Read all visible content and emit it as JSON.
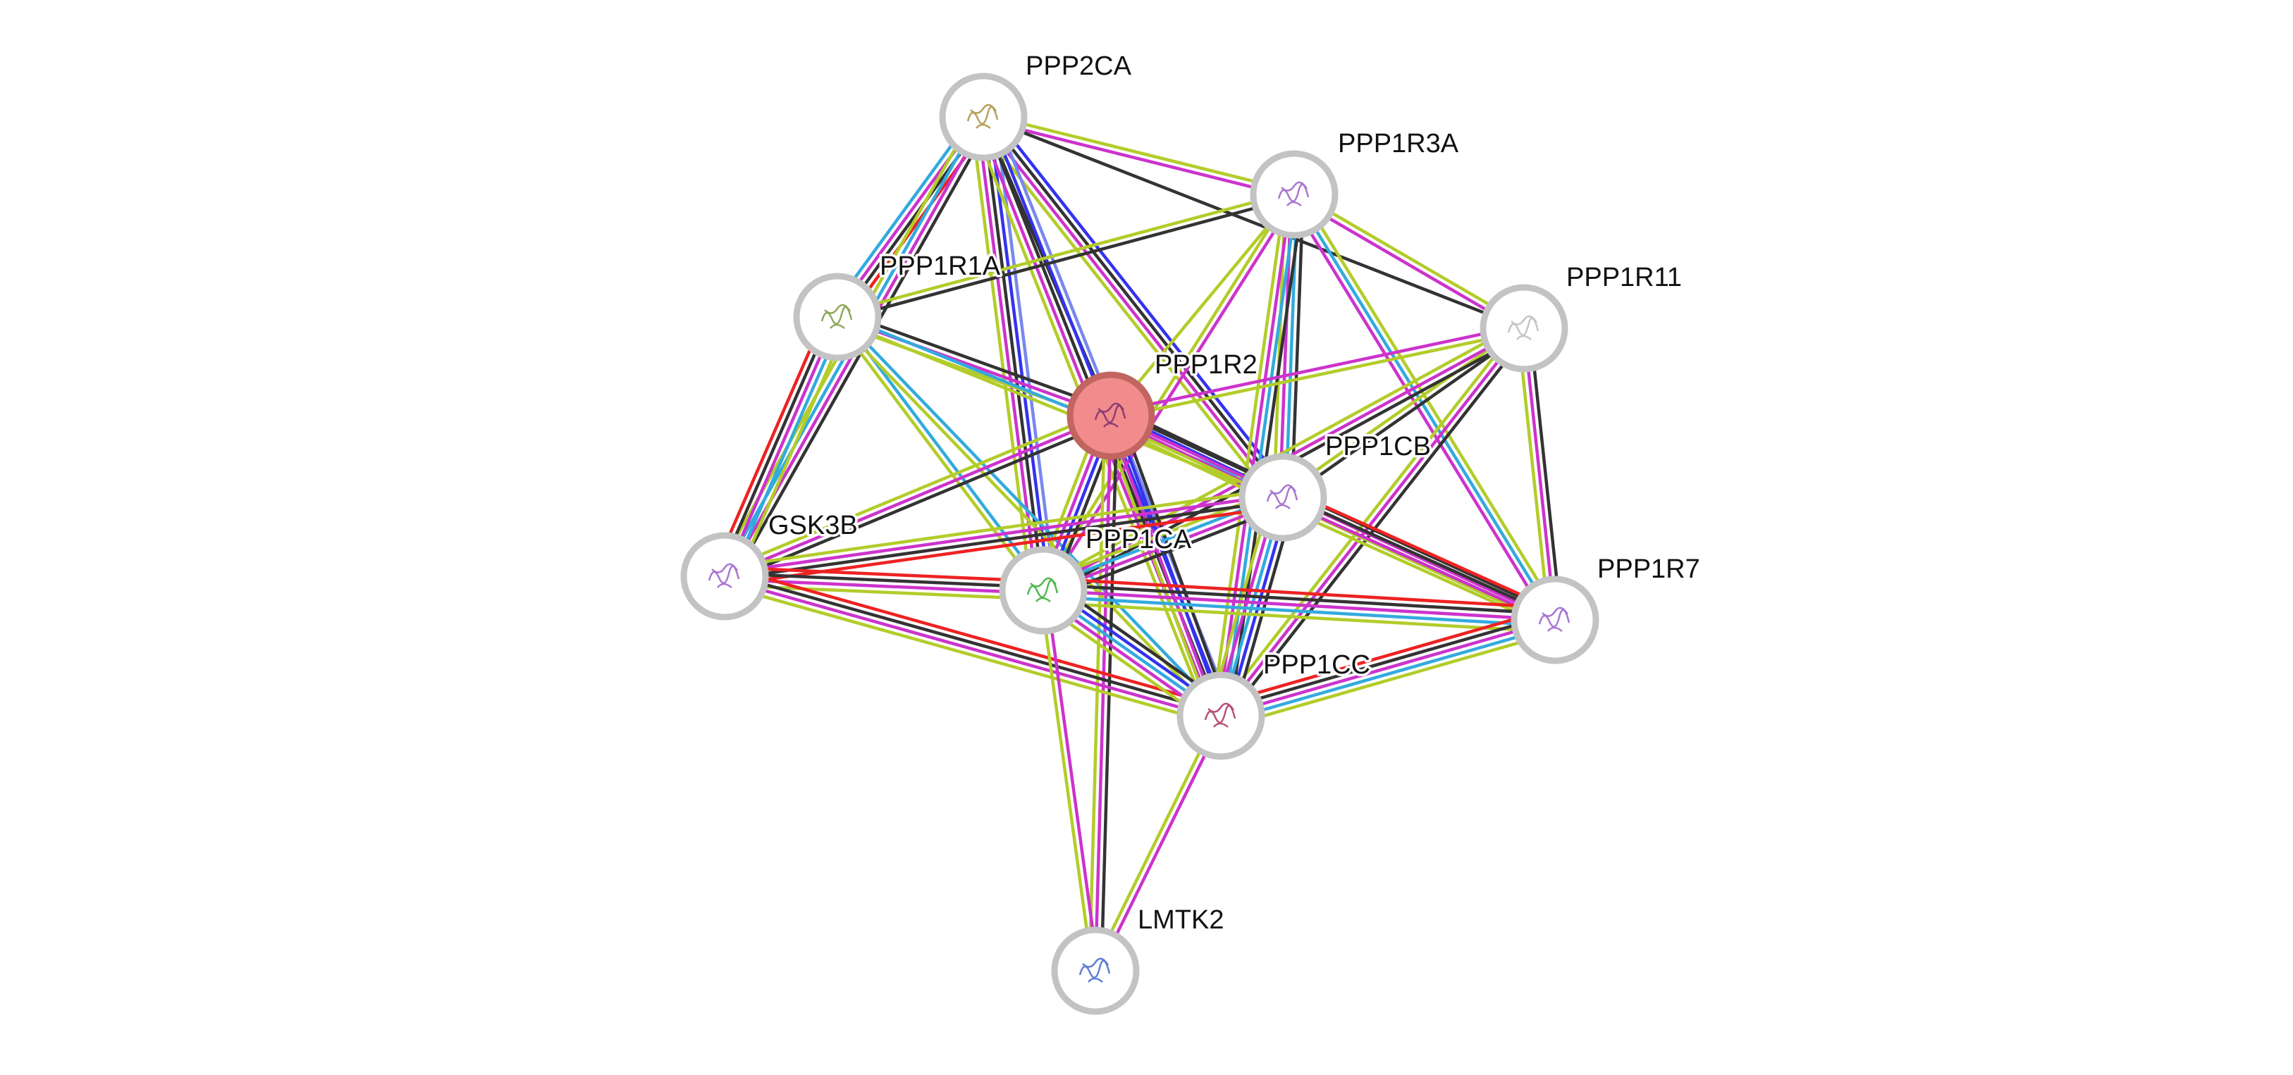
{
  "network": {
    "colors": {
      "background": "#ffffff",
      "node_ring": "#c3c3c3",
      "query_fill": "#f28b8b",
      "query_ring": "#c0655f",
      "edge_green": "#b3cc2a",
      "edge_magenta": "#cc33cc",
      "edge_black": "#333333",
      "edge_cyan": "#33aadd",
      "edge_blue": "#3333ee",
      "edge_lightblue": "#7788ee",
      "edge_red": "#ee2222"
    },
    "nodes": [
      {
        "id": "PPP2CA",
        "label": "PPP2CA",
        "query": false,
        "structure_color": "#a89040"
      },
      {
        "id": "PPP1R3A",
        "label": "PPP1R3A",
        "query": false,
        "structure_color": "#9a5fc8"
      },
      {
        "id": "PPP1R1A",
        "label": "PPP1R1A",
        "query": false,
        "structure_color": "#7a9a40"
      },
      {
        "id": "PPP1R11",
        "label": "PPP1R11",
        "query": false,
        "structure_color": "#bbbbbb"
      },
      {
        "id": "PPP1R2",
        "label": "PPP1R2",
        "query": true,
        "structure_color": "#7a3070"
      },
      {
        "id": "PPP1CB",
        "label": "PPP1CB",
        "query": false,
        "structure_color": "#9a5fc8"
      },
      {
        "id": "GSK3B",
        "label": "GSK3B",
        "query": false,
        "structure_color": "#9a5fc8"
      },
      {
        "id": "PPP1CA",
        "label": "PPP1CA",
        "query": false,
        "structure_color": "#33aa33"
      },
      {
        "id": "PPP1R7",
        "label": "PPP1R7",
        "query": false,
        "structure_color": "#9a5fc8"
      },
      {
        "id": "PPP1CC",
        "label": "PPP1CC",
        "query": false,
        "structure_color": "#aa3060"
      },
      {
        "id": "LMTK2",
        "label": "LMTK2",
        "query": false,
        "structure_color": "#4466cc"
      }
    ],
    "edges": [
      {
        "source": "PPP2CA",
        "target": "PPP1R3A",
        "colors": [
          "edge_green",
          "edge_magenta"
        ]
      },
      {
        "source": "PPP2CA",
        "target": "PPP1R11",
        "colors": [
          "edge_black"
        ]
      },
      {
        "source": "PPP2CA",
        "target": "PPP1R1A",
        "colors": [
          "edge_red",
          "edge_black",
          "edge_magenta",
          "edge_cyan"
        ]
      },
      {
        "source": "PPP2CA",
        "target": "PPP1R2",
        "colors": [
          "edge_black"
        ]
      },
      {
        "source": "PPP2CA",
        "target": "PPP1CA",
        "colors": [
          "edge_lightblue",
          "edge_blue",
          "edge_black",
          "edge_magenta",
          "edge_green"
        ]
      },
      {
        "source": "PPP2CA",
        "target": "PPP1CB",
        "colors": [
          "edge_blue",
          "edge_black",
          "edge_magenta",
          "edge_green"
        ]
      },
      {
        "source": "PPP2CA",
        "target": "PPP1CC",
        "colors": [
          "edge_lightblue",
          "edge_blue",
          "edge_black",
          "edge_magenta",
          "edge_green"
        ]
      },
      {
        "source": "PPP2CA",
        "target": "GSK3B",
        "colors": [
          "edge_black",
          "edge_magenta",
          "edge_cyan",
          "edge_green"
        ]
      },
      {
        "source": "PPP1R3A",
        "target": "PPP1R1A",
        "colors": [
          "edge_black",
          "edge_green"
        ]
      },
      {
        "source": "PPP1R3A",
        "target": "PPP1R11",
        "colors": [
          "edge_green",
          "edge_magenta"
        ]
      },
      {
        "source": "PPP1R3A",
        "target": "PPP1R2",
        "colors": [
          "edge_green"
        ]
      },
      {
        "source": "PPP1R3A",
        "target": "PPP1CA",
        "colors": [
          "edge_magenta",
          "edge_green"
        ]
      },
      {
        "source": "PPP1R3A",
        "target": "PPP1CB",
        "colors": [
          "edge_black",
          "edge_cyan",
          "edge_magenta",
          "edge_green"
        ]
      },
      {
        "source": "PPP1R3A",
        "target": "PPP1CC",
        "colors": [
          "edge_black",
          "edge_cyan",
          "edge_magenta",
          "edge_green"
        ]
      },
      {
        "source": "PPP1R3A",
        "target": "PPP1R7",
        "colors": [
          "edge_green",
          "edge_cyan",
          "edge_magenta"
        ]
      },
      {
        "source": "PPP1R1A",
        "target": "PPP1R2",
        "colors": [
          "edge_black",
          "edge_magenta",
          "edge_green"
        ]
      },
      {
        "source": "PPP1R1A",
        "target": "PPP1CA",
        "colors": [
          "edge_cyan",
          "edge_green"
        ]
      },
      {
        "source": "PPP1R1A",
        "target": "PPP1CB",
        "colors": [
          "edge_cyan",
          "edge_green"
        ]
      },
      {
        "source": "PPP1R1A",
        "target": "PPP1CC",
        "colors": [
          "edge_cyan",
          "edge_green"
        ]
      },
      {
        "source": "PPP1R11",
        "target": "PPP1R2",
        "colors": [
          "edge_green",
          "edge_magenta"
        ]
      },
      {
        "source": "PPP1R11",
        "target": "PPP1CB",
        "colors": [
          "edge_black",
          "edge_green"
        ]
      },
      {
        "source": "PPP1R11",
        "target": "PPP1CA",
        "colors": [
          "edge_black",
          "edge_magenta",
          "edge_green"
        ]
      },
      {
        "source": "PPP1R11",
        "target": "PPP1CC",
        "colors": [
          "edge_black",
          "edge_magenta",
          "edge_green"
        ]
      },
      {
        "source": "PPP1R11",
        "target": "PPP1R7",
        "colors": [
          "edge_black",
          "edge_magenta",
          "edge_green"
        ]
      },
      {
        "source": "PPP1R2",
        "target": "PPP1CB",
        "colors": [
          "edge_black",
          "edge_blue",
          "edge_magenta",
          "edge_green"
        ]
      },
      {
        "source": "PPP1R2",
        "target": "PPP1CA",
        "colors": [
          "edge_black",
          "edge_blue",
          "edge_magenta",
          "edge_green"
        ]
      },
      {
        "source": "PPP1R2",
        "target": "PPP1CC",
        "colors": [
          "edge_black",
          "edge_blue",
          "edge_magenta",
          "edge_green"
        ]
      },
      {
        "source": "PPP1R2",
        "target": "GSK3B",
        "colors": [
          "edge_black",
          "edge_magenta",
          "edge_green"
        ]
      },
      {
        "source": "PPP1R2",
        "target": "PPP1R7",
        "colors": [
          "edge_black",
          "edge_magenta",
          "edge_green"
        ]
      },
      {
        "source": "PPP1R2",
        "target": "LMTK2",
        "colors": [
          "edge_black",
          "edge_magenta",
          "edge_green"
        ]
      },
      {
        "source": "PPP1CB",
        "target": "PPP1CA",
        "colors": [
          "edge_black",
          "edge_magenta",
          "edge_cyan",
          "edge_green"
        ]
      },
      {
        "source": "PPP1CB",
        "target": "PPP1CC",
        "colors": [
          "edge_black",
          "edge_blue",
          "edge_cyan",
          "edge_magenta",
          "edge_green"
        ]
      },
      {
        "source": "PPP1CB",
        "target": "GSK3B",
        "colors": [
          "edge_red",
          "edge_black",
          "edge_magenta",
          "edge_green"
        ]
      },
      {
        "source": "PPP1CB",
        "target": "PPP1R7",
        "colors": [
          "edge_red",
          "edge_black",
          "edge_magenta",
          "edge_green"
        ]
      },
      {
        "source": "GSK3B",
        "target": "PPP1CA",
        "colors": [
          "edge_red",
          "edge_black",
          "edge_magenta",
          "edge_green"
        ]
      },
      {
        "source": "GSK3B",
        "target": "PPP1CC",
        "colors": [
          "edge_red",
          "edge_black",
          "edge_magenta",
          "edge_green"
        ]
      },
      {
        "source": "GSK3B",
        "target": "PPP1R1A",
        "colors": [
          "edge_red",
          "edge_black",
          "edge_magenta",
          "edge_cyan",
          "edge_green"
        ]
      },
      {
        "source": "PPP1CA",
        "target": "PPP1R7",
        "colors": [
          "edge_red",
          "edge_black",
          "edge_magenta",
          "edge_cyan",
          "edge_green"
        ]
      },
      {
        "source": "PPP1CA",
        "target": "PPP1CC",
        "colors": [
          "edge_black",
          "edge_blue",
          "edge_cyan",
          "edge_magenta",
          "edge_green"
        ]
      },
      {
        "source": "PPP1CA",
        "target": "LMTK2",
        "colors": [
          "edge_magenta",
          "edge_green"
        ]
      },
      {
        "source": "PPP1CC",
        "target": "PPP1R7",
        "colors": [
          "edge_red",
          "edge_black",
          "edge_magenta",
          "edge_cyan",
          "edge_green"
        ]
      },
      {
        "source": "PPP1CC",
        "target": "LMTK2",
        "colors": [
          "edge_magenta",
          "edge_green"
        ]
      }
    ]
  }
}
